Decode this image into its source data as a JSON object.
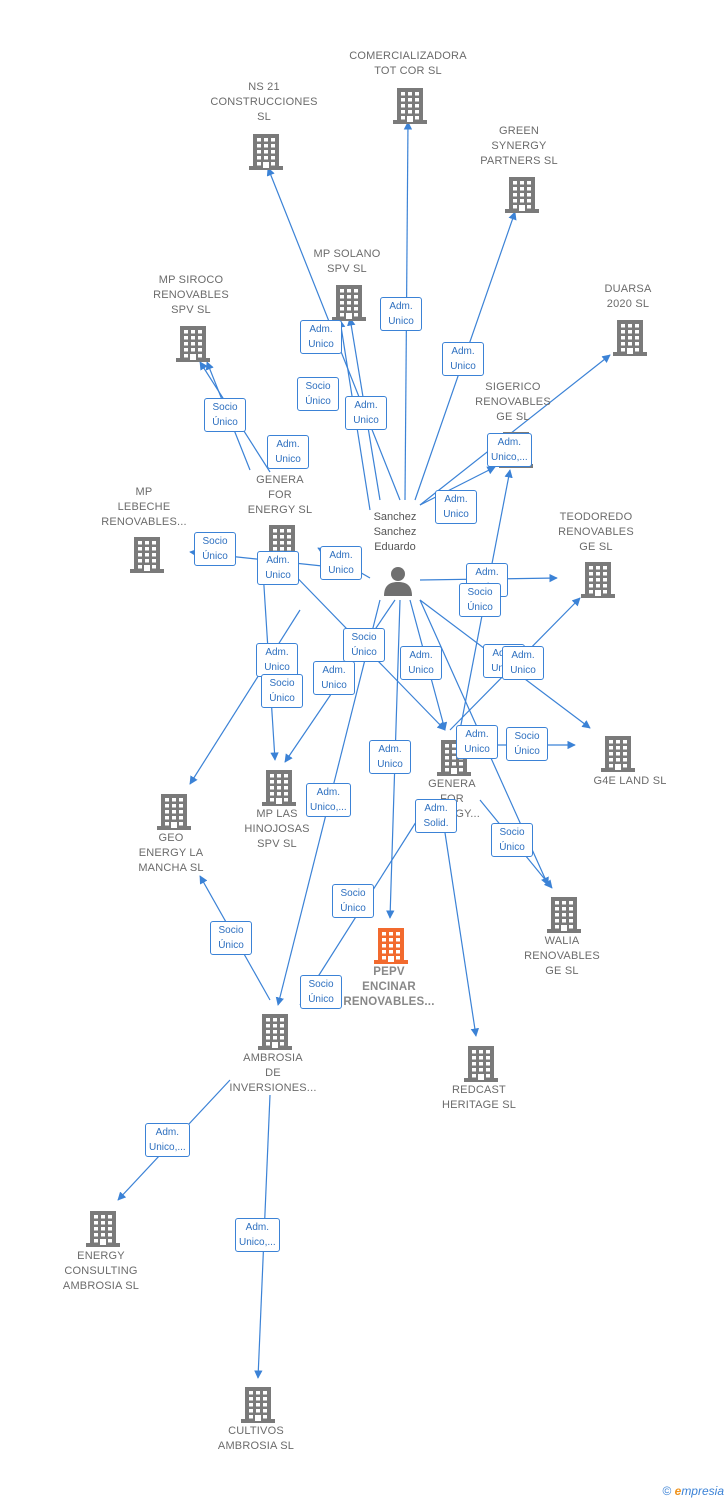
{
  "center": {
    "label": "Sanchez\nSanchez\nEduardo"
  },
  "nodes": [
    {
      "id": "comercializadora",
      "label": "COMERCIALIZADORA\nTOT COR  SL"
    },
    {
      "id": "ns21",
      "label": "NS 21\nCONSTRUCCIONES\nSL"
    },
    {
      "id": "green",
      "label": "GREEN\nSYNERGY\nPARTNERS  SL"
    },
    {
      "id": "mpsolano",
      "label": "MP SOLANO\nSPV  SL"
    },
    {
      "id": "mpsiroco",
      "label": "MP SIROCO\nRENOVABLES\nSPV  SL"
    },
    {
      "id": "duarsa",
      "label": "DUARSA\n2020  SL"
    },
    {
      "id": "sigerico",
      "label": "SIGERICO\nRENOVABLES\nGE  SL"
    },
    {
      "id": "generafor",
      "label": "GENERA\nFOR\nENERGY  SL"
    },
    {
      "id": "mplebeche",
      "label": "MP\nLEBECHE\nRENOVABLES..."
    },
    {
      "id": "teodoredo",
      "label": "TEODOREDO\nRENOVABLES\nGE  SL"
    },
    {
      "id": "g4e",
      "label": "G4E LAND  SL"
    },
    {
      "id": "generafor2",
      "label": "GENERA\nFOR\nENERGY..."
    },
    {
      "id": "mplas",
      "label": "MP LAS\nHINOJOSAS\nSPV  SL"
    },
    {
      "id": "geo",
      "label": "GEO\nENERGY LA\nMANCHA  SL"
    },
    {
      "id": "walia",
      "label": "WALIA\nRENOVABLES\nGE  SL"
    },
    {
      "id": "pepv",
      "label": "PEPV\nENCINAR\nRENOVABLES..."
    },
    {
      "id": "ambrosia",
      "label": "AMBROSIA\nDE\nINVERSIONES..."
    },
    {
      "id": "redcast",
      "label": "REDCAST\nHERITAGE  SL"
    },
    {
      "id": "energyc",
      "label": "ENERGY\nCONSULTING\nAMBROSIA  SL"
    },
    {
      "id": "cultivos",
      "label": "CULTIVOS\nAMBROSIA  SL"
    }
  ],
  "relations": [
    {
      "id": "r1",
      "label": "Adm.\nUnico"
    },
    {
      "id": "r2",
      "label": "Adm.\nUnico"
    },
    {
      "id": "r3",
      "label": "Adm.\nUnico"
    },
    {
      "id": "r4",
      "label": "Socio\nÚnico"
    },
    {
      "id": "r5",
      "label": "Adm.\nUnico"
    },
    {
      "id": "r6",
      "label": "Socio\nÚnico"
    },
    {
      "id": "r7",
      "label": "Adm.\nUnico"
    },
    {
      "id": "r8",
      "label": "Adm.\nUnico,..."
    },
    {
      "id": "r9",
      "label": "Adm.\nUnico"
    },
    {
      "id": "r10",
      "label": "Socio\nÚnico"
    },
    {
      "id": "r11",
      "label": "Adm.\nUnico"
    },
    {
      "id": "r12",
      "label": "Adm.\nUnico"
    },
    {
      "id": "r13",
      "label": "Adm.\nUnico"
    },
    {
      "id": "r14",
      "label": "Socio\nÚnico"
    },
    {
      "id": "r15",
      "label": "Socio\nÚnico"
    },
    {
      "id": "r16",
      "label": "Adm.\nUnico"
    },
    {
      "id": "r17",
      "label": "Adm.\nUnico"
    },
    {
      "id": "r18",
      "label": "Adm.\nUnico"
    },
    {
      "id": "r19",
      "label": "Adm.\nUnico"
    },
    {
      "id": "r20",
      "label": "Adm.\nUnico"
    },
    {
      "id": "r21",
      "label": "Socio\nÚnico"
    },
    {
      "id": "r22",
      "label": "Adm.\nUnico"
    },
    {
      "id": "r23",
      "label": "Socio\nÚnico"
    },
    {
      "id": "r24",
      "label": "Adm.\nUnico"
    },
    {
      "id": "r25",
      "label": "Adm.\nUnico,..."
    },
    {
      "id": "r26",
      "label": "Adm.\nSolid."
    },
    {
      "id": "r27",
      "label": "Socio\nÚnico"
    },
    {
      "id": "r28",
      "label": "Socio\nÚnico"
    },
    {
      "id": "r29",
      "label": "Socio\nÚnico"
    },
    {
      "id": "r30",
      "label": "Socio\nÚnico"
    },
    {
      "id": "r31",
      "label": "Adm.\nUnico,..."
    },
    {
      "id": "r32",
      "label": "Adm.\nUnico,..."
    },
    {
      "id": "r33",
      "label": "Adm.\nUnico"
    }
  ],
  "footer": {
    "copyright": "©",
    "brand_e": "e",
    "brand_rest": "mpresia"
  },
  "colors": {
    "edge": "#3b82d6",
    "node": "#7a7a7a",
    "highlight": "#f26a2e",
    "person": "#707070"
  }
}
